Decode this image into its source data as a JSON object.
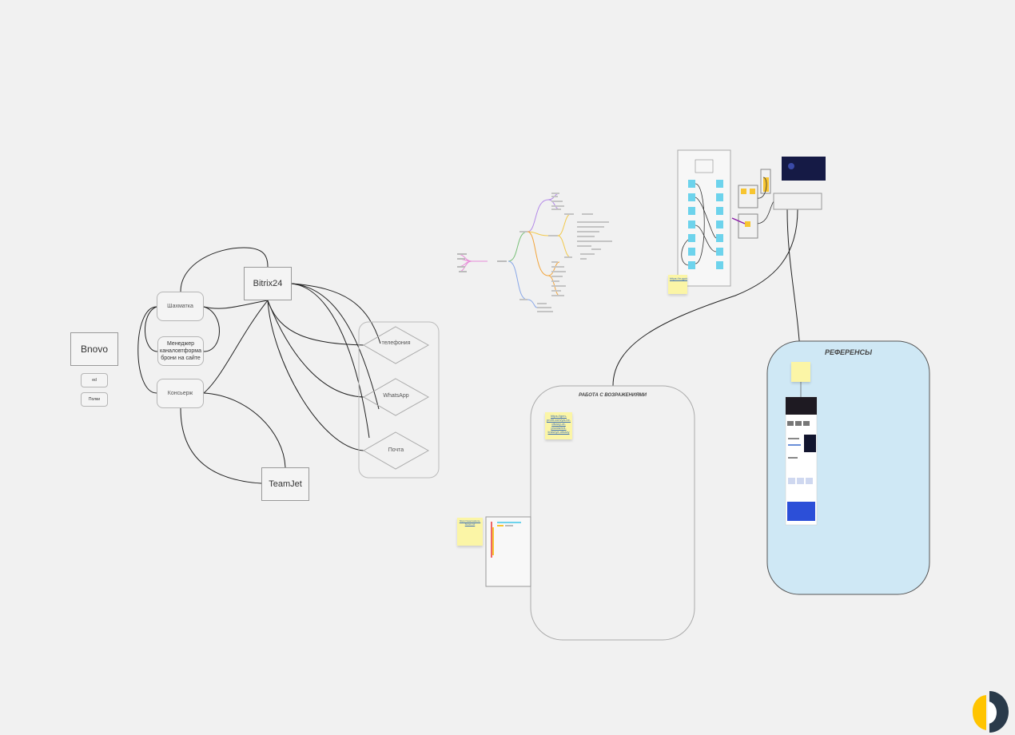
{
  "nodes": {
    "bnovo": "Bnovo",
    "bnovo_sub1": "ed",
    "bnovo_sub2": "Полки",
    "bitrix24": "Bitrix24",
    "shakhmatka": "Шахматка",
    "manager": "Менеджер каналовтформа брони на сайте",
    "concierge": "Консьерж",
    "teamjet": "TeamJet",
    "telephony": "телефония",
    "whatsapp": "WhatsApp",
    "mail": "Почта"
  },
  "frames": {
    "objections_title": "РАБОТА С ВОЗРАЖЕНИЯМИ",
    "references_title": "РЕФЕРЕНСЫ"
  },
  "stickies": {
    "objections_note": "https://gen-profit.com/ya-ne-otkazy-ot-prodazh/4-krasnye-otkazy",
    "left_note": "https://reservations-bnovo.ru/",
    "top_note": "https://ruguide.top"
  },
  "colors": {
    "background": "#f1f1f1",
    "references_fill": "#cfe8f5",
    "sticky": "#fbf5a6",
    "cyan_card": "#6dd3ec",
    "yellow_card": "#f7c531",
    "logo_yellow": "#ffc400",
    "logo_dark": "#2a3a4a"
  }
}
